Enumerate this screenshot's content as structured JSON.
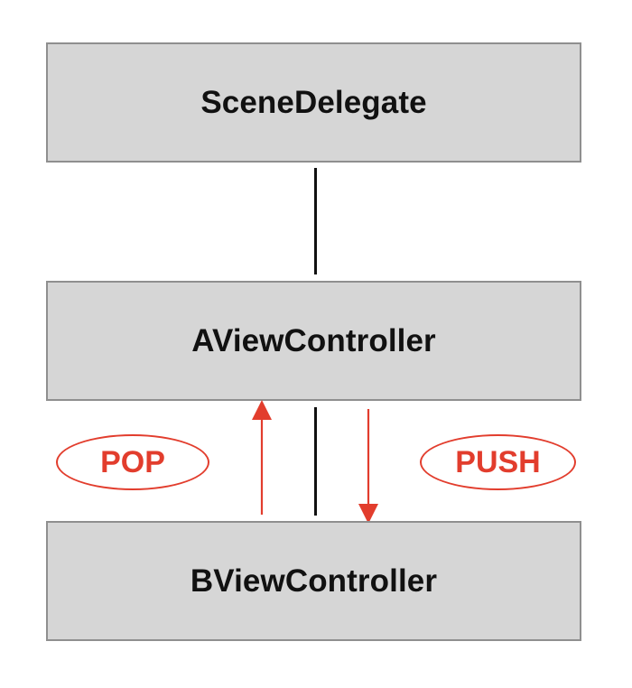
{
  "nodes": [
    {
      "label": "SceneDelegate"
    },
    {
      "label": "AViewController"
    },
    {
      "label": "BViewController"
    }
  ],
  "actions": {
    "pop": "POP",
    "push": "PUSH"
  },
  "colors": {
    "box_fill": "#d6d6d6",
    "box_border": "#8f8f8f",
    "text": "#111111",
    "action_red": "#e23d2d"
  }
}
